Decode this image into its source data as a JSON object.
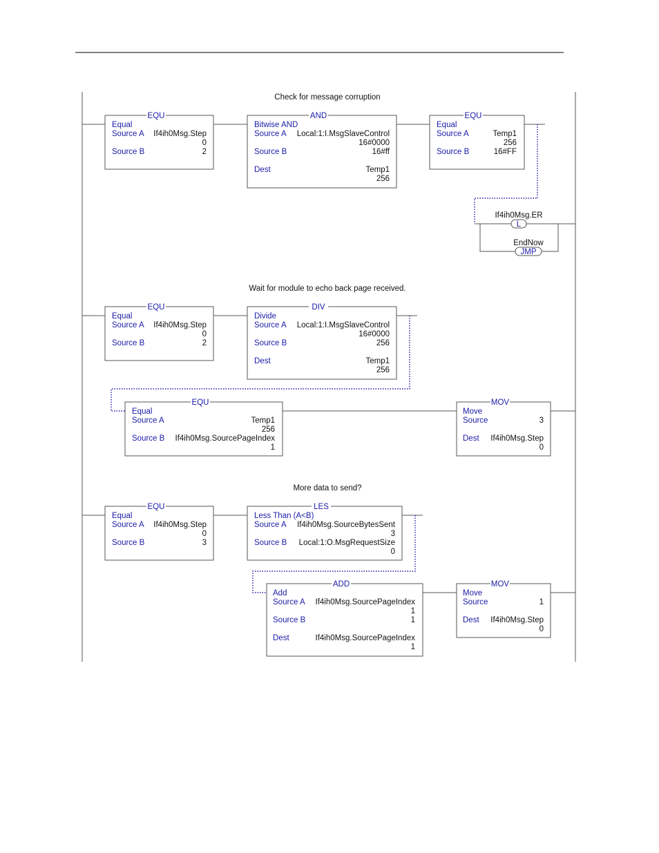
{
  "rungs": {
    "r1": {
      "comment": "Check for message corruption",
      "equ1": {
        "title": "EQU",
        "name": "Equal",
        "srcA_label": "Source A",
        "srcA_tag": "If4ih0Msg.Step",
        "srcA_val": "0",
        "srcB_label": "Source B",
        "srcB_val": "2"
      },
      "and": {
        "title": "AND",
        "name": "Bitwise AND",
        "srcA_label": "Source A",
        "srcA_tag": "Local:1:I.MsgSlaveControl",
        "srcA_val": "16#0000",
        "srcB_label": "Source B",
        "srcB_val": "16#ff",
        "dest_label": "Dest",
        "dest_tag": "Temp1",
        "dest_val": "256"
      },
      "equ2": {
        "title": "EQU",
        "name": "Equal",
        "srcA_label": "Source A",
        "srcA_tag": "Temp1",
        "srcA_val": "256",
        "srcB_label": "Source B",
        "srcB_val": "16#FF"
      },
      "latch": {
        "tag": "If4ih0Msg.ER",
        "symbol": "L"
      },
      "jmp": {
        "tag": "EndNow",
        "symbol": "JMP"
      }
    },
    "r2": {
      "comment": "Wait for module to echo back page received.",
      "equ1": {
        "title": "EQU",
        "name": "Equal",
        "srcA_label": "Source A",
        "srcA_tag": "If4ih0Msg.Step",
        "srcA_val": "0",
        "srcB_label": "Source B",
        "srcB_val": "2"
      },
      "div": {
        "title": "DIV",
        "name": "Divide",
        "srcA_label": "Source A",
        "srcA_tag": "Local:1:I.MsgSlaveControl",
        "srcA_val": "16#0000",
        "srcB_label": "Source B",
        "srcB_val": "256",
        "dest_label": "Dest",
        "dest_tag": "Temp1",
        "dest_val": "256"
      },
      "equ2": {
        "title": "EQU",
        "name": "Equal",
        "srcA_label": "Source A",
        "srcA_tag": "Temp1",
        "srcA_val": "256",
        "srcB_label": "Source B",
        "srcB_tag": "If4ih0Msg.SourcePageIndex",
        "srcB_val": "1"
      },
      "mov": {
        "title": "MOV",
        "name": "Move",
        "src_label": "Source",
        "src_val": "3",
        "dest_label": "Dest",
        "dest_tag": "If4ih0Msg.Step",
        "dest_val": "0"
      }
    },
    "r3": {
      "comment": "More data to send?",
      "equ1": {
        "title": "EQU",
        "name": "Equal",
        "srcA_label": "Source A",
        "srcA_tag": "If4ih0Msg.Step",
        "srcA_val": "0",
        "srcB_label": "Source B",
        "srcB_val": "3"
      },
      "les": {
        "title": "LES",
        "name": "Less Than (A<B)",
        "srcA_label": "Source A",
        "srcA_tag": "If4ih0Msg.SourceBytesSent",
        "srcA_val": "3",
        "srcB_label": "Source B",
        "srcB_tag": "Local:1:O.MsgRequestSize",
        "srcB_val": "0"
      },
      "add": {
        "title": "ADD",
        "name": "Add",
        "srcA_label": "Source A",
        "srcA_tag": "If4ih0Msg.SourcePageIndex",
        "srcA_val": "1",
        "srcB_label": "Source B",
        "srcB_val": "1",
        "dest_label": "Dest",
        "dest_tag": "If4ih0Msg.SourcePageIndex",
        "dest_val": "1"
      },
      "mov": {
        "title": "MOV",
        "name": "Move",
        "src_label": "Source",
        "src_val": "1",
        "dest_label": "Dest",
        "dest_tag": "If4ih0Msg.Step",
        "dest_val": "0"
      }
    }
  },
  "colors": {
    "label_blue": "#1a1aa8",
    "wire_gray": "#555555",
    "text": "#111111"
  }
}
